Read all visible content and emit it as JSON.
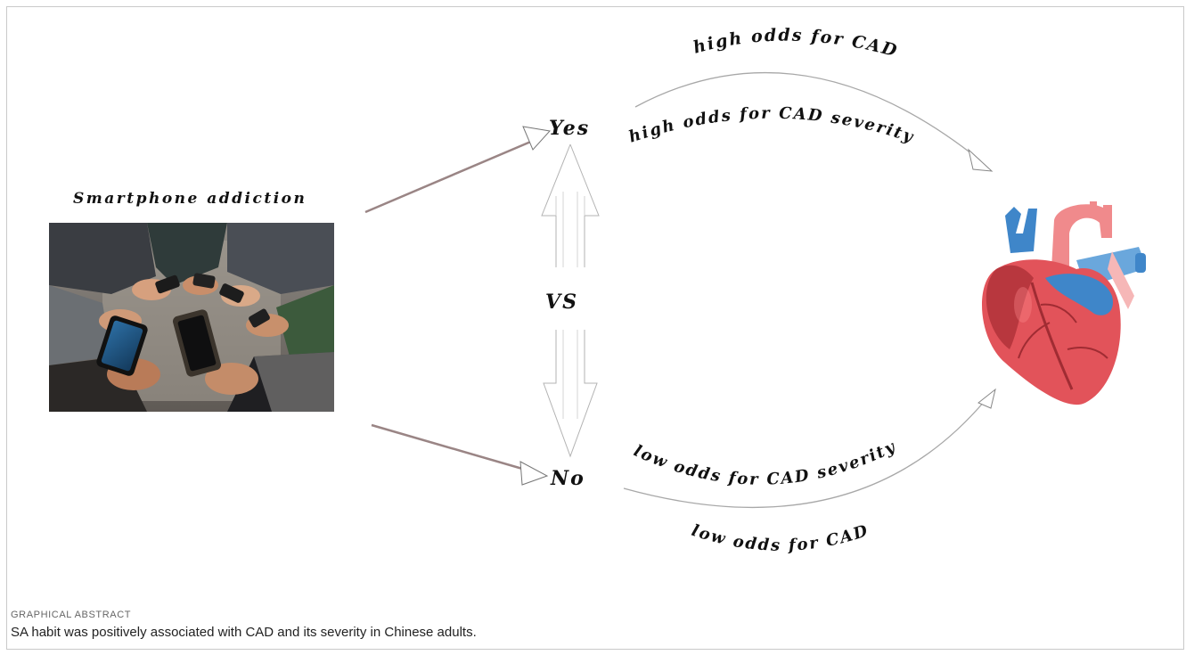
{
  "diagram": {
    "exposure_label": "Smartphone addiction",
    "yes_label": "Yes",
    "versus_label": "VS",
    "no_label": "No",
    "yes_outcome_outer": "high odds for CAD",
    "yes_outcome_inner": "high odds for CAD severity",
    "no_outcome_inner": "low odds for CAD severity",
    "no_outcome_outer": "low odds for CAD",
    "photo_icon": "people-using-smartphones-photo",
    "heart_icon": "human-heart-illustration"
  },
  "caption": {
    "kicker": "GRAPHICAL ABSTRACT",
    "text": "SA habit was positively associated with CAD and its severity in Chinese adults."
  }
}
